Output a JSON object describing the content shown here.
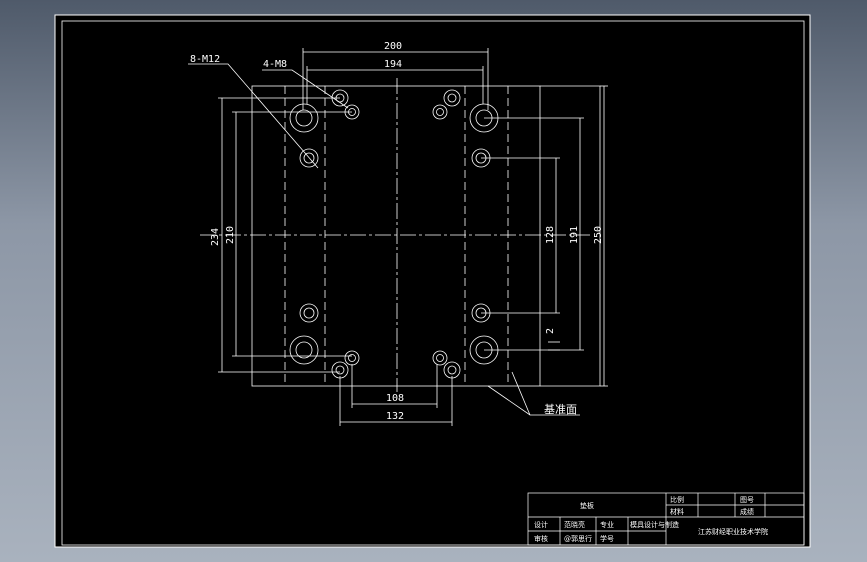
{
  "colors": {
    "background": "#000000",
    "linework": "#ffffff",
    "viewport": "#9aa3b0"
  },
  "callouts": {
    "holes_m12": "8-M12",
    "holes_m8": "4-M8",
    "datum_face": "基准面"
  },
  "dimensions": {
    "top_outer": "200",
    "top_inner": "194",
    "bottom_inner": "108",
    "bottom_outer": "132",
    "left_outer": "234",
    "left_inner": "210",
    "right_inner": "128",
    "right_mid": "191",
    "right_outer": "250",
    "right_small": "2"
  },
  "title_block": {
    "drawing_name": "垫板",
    "scale_label": "比例",
    "material_label": "材料",
    "drawing_no_label": "图号",
    "grade_label": "成绩",
    "designer_label": "设计",
    "designer_name": "范晓亮",
    "major_label": "专业",
    "major_name": "模具设计与制造",
    "reviewer_label": "审核",
    "reviewer_name": "@郭思行",
    "student_no_label": "学号",
    "school_name": "江苏财经职业技术学院"
  }
}
